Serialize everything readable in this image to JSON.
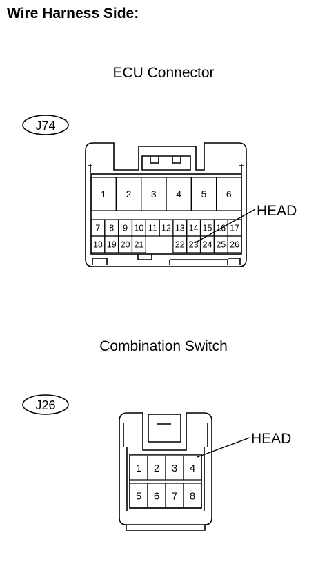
{
  "header": {
    "title": "Wire Harness Side:"
  },
  "ecu": {
    "caption": "ECU Connector",
    "tag": "J74",
    "pointer_label": "HEAD",
    "row1": [
      "1",
      "2",
      "3",
      "4",
      "5",
      "6"
    ],
    "row2": [
      "7",
      "8",
      "9",
      "10",
      "11",
      "12",
      "13",
      "14",
      "15",
      "16",
      "17"
    ],
    "row3_left": [
      "18",
      "19",
      "20",
      "21"
    ],
    "row3_right": [
      "22",
      "23",
      "24",
      "25",
      "26"
    ]
  },
  "combo": {
    "caption": "Combination Switch",
    "tag": "J26",
    "pointer_label": "HEAD",
    "row1": [
      "1",
      "2",
      "3",
      "4"
    ],
    "row2": [
      "5",
      "6",
      "7",
      "8"
    ]
  }
}
